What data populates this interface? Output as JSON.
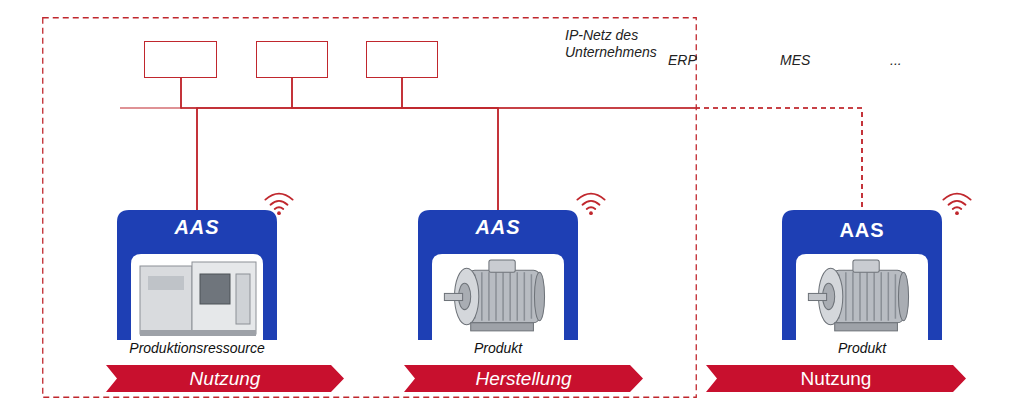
{
  "diagram": {
    "nodes": [
      {
        "text": [
          "IP-Netz des Unternehmens"
        ]
      },
      {
        "text": [
          "ERP"
        ],
        "in": 0
      },
      {
        "text": [
          "MES"
        ],
        "in": 0
      },
      {
        "text": [
          "..."
        ],
        "in": 0
      },
      {
        "text": [
          "AAS",
          "Produktionsressource"
        ],
        "in": 0
      },
      {
        "text": [
          "AAS",
          "Produkt"
        ],
        "in": 0
      },
      {
        "text": [
          "AAS",
          "Produkt"
        ]
      },
      {
        "text": [
          "Nutzung"
        ],
        "in": 0
      },
      {
        "text": [
          "Herstellung"
        ],
        "in": 0
      },
      {
        "text": [
          "Nutzung"
        ]
      }
    ],
    "edges": [
      {
        "from": 1,
        "to": 4,
        "arrow": "none"
      },
      {
        "from": 1,
        "to": 5,
        "arrow": "none"
      },
      {
        "from": 1,
        "to": 6,
        "arrow": "none"
      },
      {
        "from": 2,
        "to": 4,
        "arrow": "none"
      },
      {
        "from": 2,
        "to": 5,
        "arrow": "none"
      },
      {
        "from": 2,
        "to": 6,
        "arrow": "none"
      },
      {
        "from": 3,
        "to": 4,
        "arrow": "none"
      },
      {
        "from": 3,
        "to": 5,
        "arrow": "none"
      },
      {
        "from": 3,
        "to": 6,
        "arrow": "none"
      }
    ]
  }
}
